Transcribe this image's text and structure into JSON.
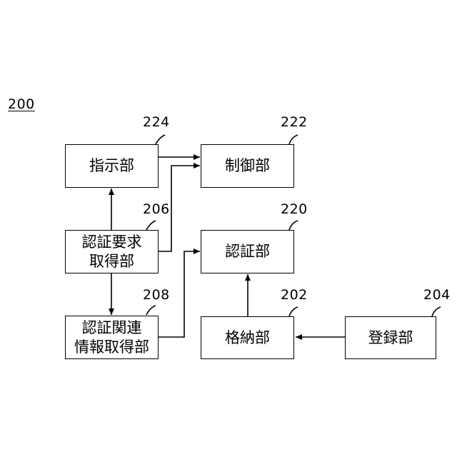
{
  "figure": {
    "label": "200"
  },
  "blocks": {
    "instruction": {
      "label": "指示部",
      "ref": "224"
    },
    "control": {
      "label": "制御部",
      "ref": "222"
    },
    "auth_request": {
      "line1": "認証要求",
      "line2": "取得部",
      "ref": "206"
    },
    "authentication": {
      "label": "認証部",
      "ref": "220"
    },
    "auth_info": {
      "line1": "認証関連",
      "line2": "情報取得部",
      "ref": "208"
    },
    "storage": {
      "label": "格納部",
      "ref": "202"
    },
    "registration": {
      "label": "登録部",
      "ref": "204"
    }
  }
}
